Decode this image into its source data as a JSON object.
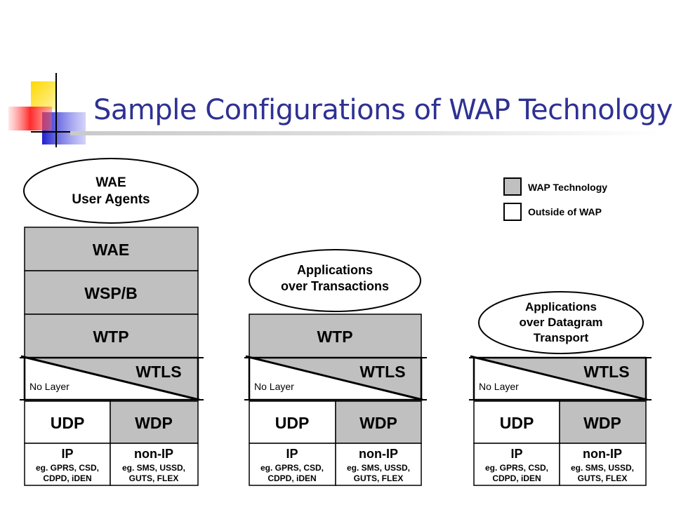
{
  "slide": {
    "title": "Sample Configurations of WAP Technology"
  },
  "legend": {
    "wap": "WAP Technology",
    "outside": "Outside of WAP",
    "wap_color": "#c0c0c0",
    "outside_color": "#ffffff"
  },
  "stacks": [
    {
      "app_lines": [
        "WAE",
        "User Agents"
      ],
      "layers": [
        "WAE",
        "WSP/B",
        "WTP"
      ],
      "wtls": "WTLS",
      "no_layer": "No Layer",
      "udp": "UDP",
      "wdp": "WDP",
      "ip": "IP",
      "ip_detail": [
        "eg. GPRS, CSD,",
        "CDPD, iDEN"
      ],
      "nonip": "non-IP",
      "nonip_detail": [
        "eg. SMS, USSD,",
        "GUTS, FLEX"
      ]
    },
    {
      "app_lines": [
        "Applications",
        "over Transactions"
      ],
      "layers": [
        "WTP"
      ],
      "wtls": "WTLS",
      "no_layer": "No Layer",
      "udp": "UDP",
      "wdp": "WDP",
      "ip": "IP",
      "ip_detail": [
        "eg. GPRS, CSD,",
        "CDPD, iDEN"
      ],
      "nonip": "non-IP",
      "nonip_detail": [
        "eg. SMS, USSD,",
        "GUTS, FLEX"
      ]
    },
    {
      "app_lines": [
        "Applications",
        "over Datagram",
        "Transport"
      ],
      "layers": [],
      "wtls": "WTLS",
      "no_layer": "No Layer",
      "udp": "UDP",
      "wdp": "WDP",
      "ip": "IP",
      "ip_detail": [
        "eg. GPRS, CSD,",
        "CDPD, iDEN"
      ],
      "nonip": "non-IP",
      "nonip_detail": [
        "eg. SMS, USSD,",
        "GUTS, FLEX"
      ]
    }
  ]
}
